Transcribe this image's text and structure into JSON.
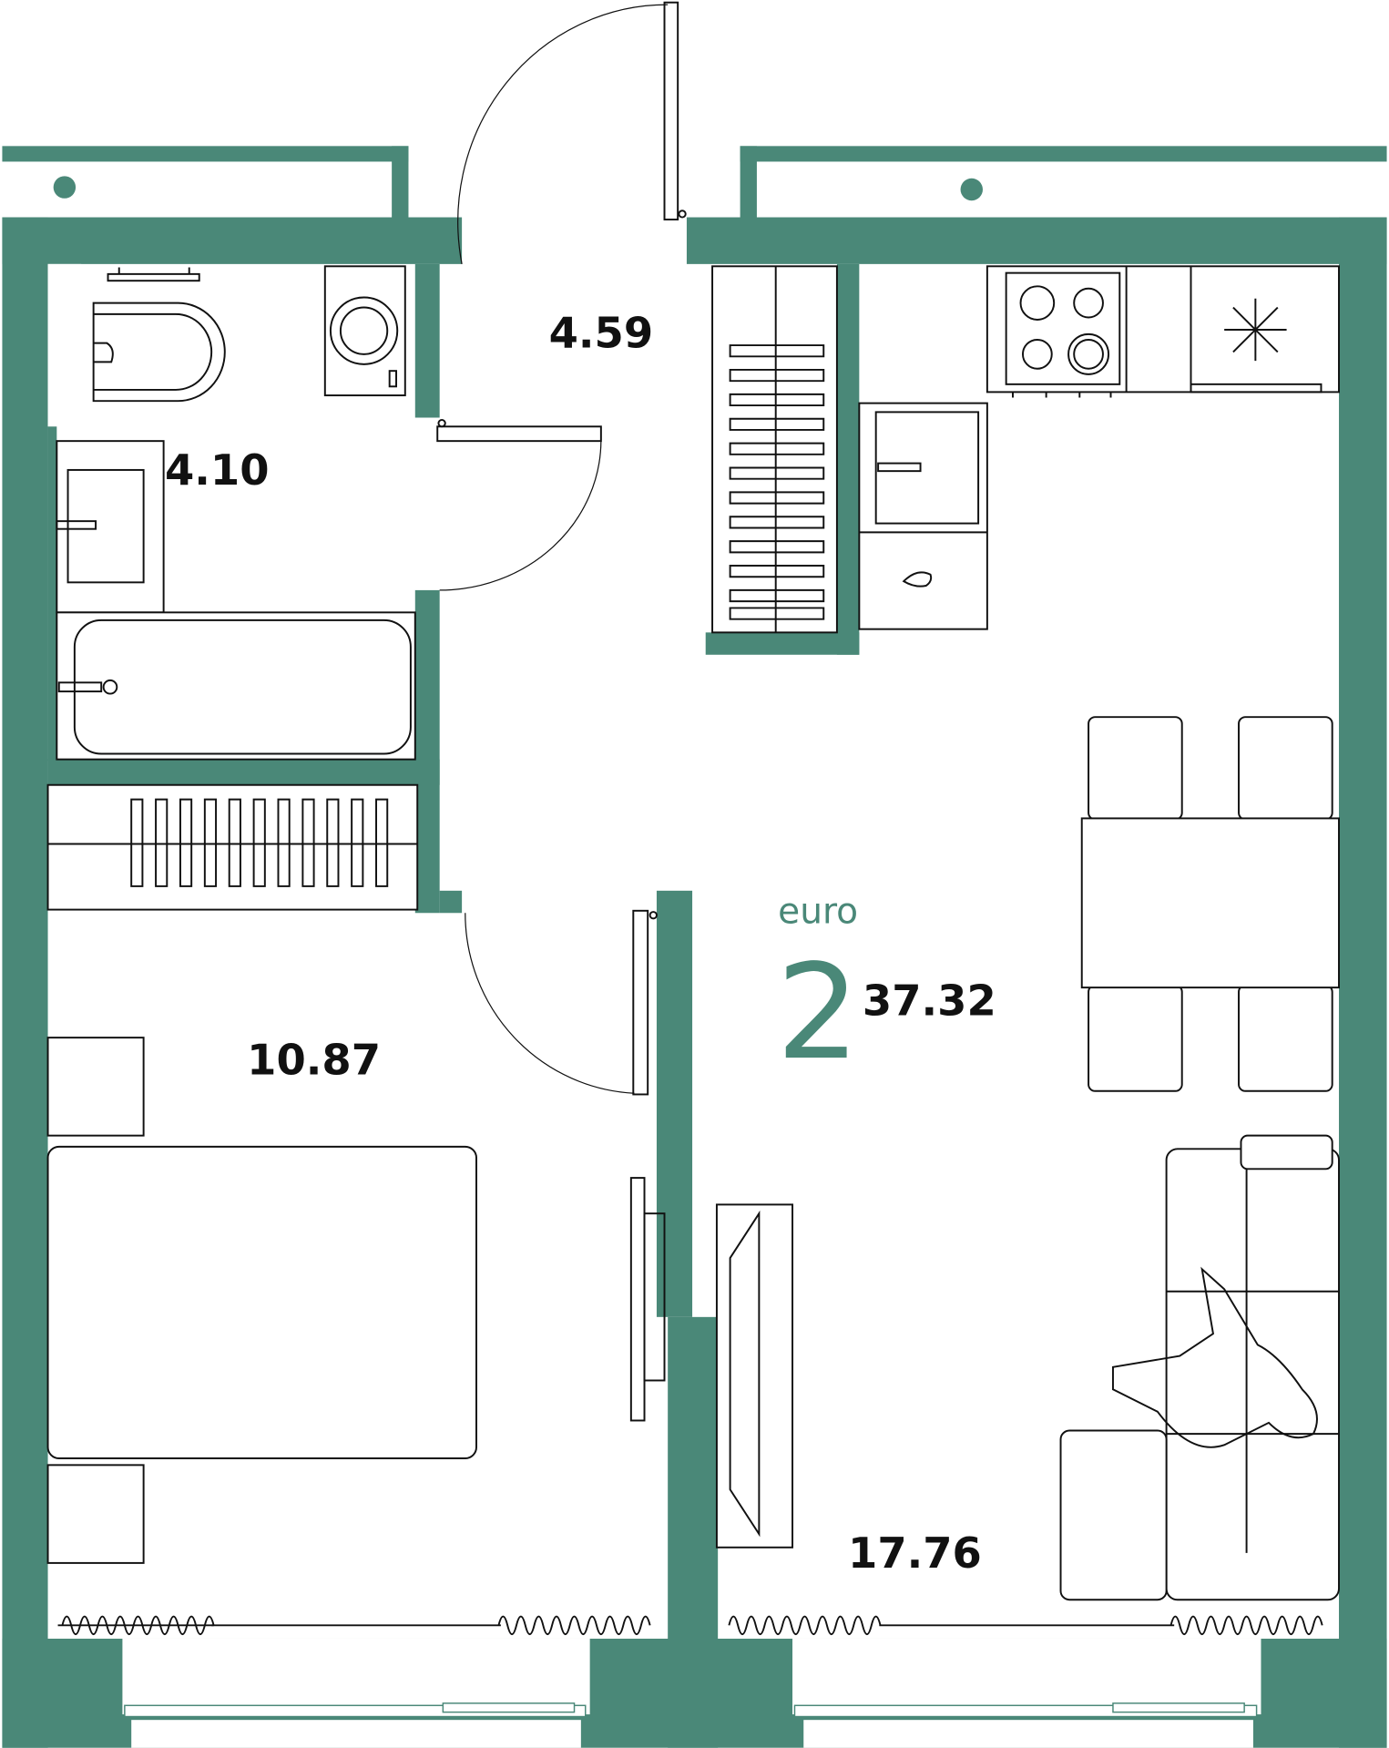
{
  "plan": {
    "wall_color": "#4a8878",
    "type_label": "euro",
    "rooms_count": "2",
    "total_area": "37.32",
    "rooms": [
      {
        "name": "hallway",
        "area": "4.59"
      },
      {
        "name": "bathroom",
        "area": "4.10"
      },
      {
        "name": "bedroom",
        "area": "10.87"
      },
      {
        "name": "kitchen-living",
        "area": "17.76"
      }
    ]
  }
}
